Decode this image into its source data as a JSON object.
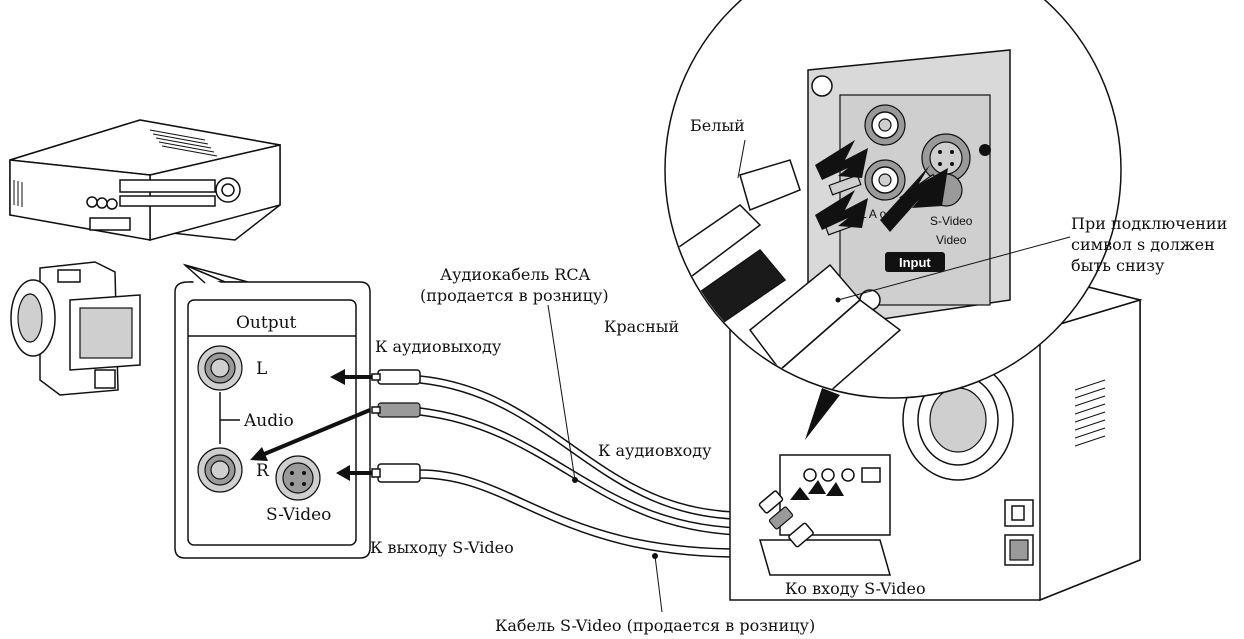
{
  "labels": {
    "white": "Белый",
    "red": "Красный",
    "rca_cable": "Аудиокабель RCA",
    "rca_cable_note": "(продается в розницу)",
    "to_audio_out": "К аудиовыходу",
    "to_audio_in": "К аудиовходу",
    "to_svideo_out": "К выходу S-Video",
    "to_svideo_in": "Ко входу S-Video",
    "svideo_cable": "Кабель S-Video (продается в розницу)",
    "note_line1": "При подключении",
    "note_line2": "символ s должен",
    "note_line3": "быть снизу"
  },
  "output_panel": {
    "title": "Output",
    "left": "L",
    "audio": "Audio",
    "right": "R",
    "svideo": "S-Video"
  },
  "projector_panel": {
    "l_a_r": "L  A    o  R",
    "svideo": "S-Video",
    "video": "Video",
    "input": "Input"
  },
  "colors": {
    "line": "#111111",
    "jack_gray": "#cfcfcf",
    "panel_gray": "#d9d9d9"
  }
}
